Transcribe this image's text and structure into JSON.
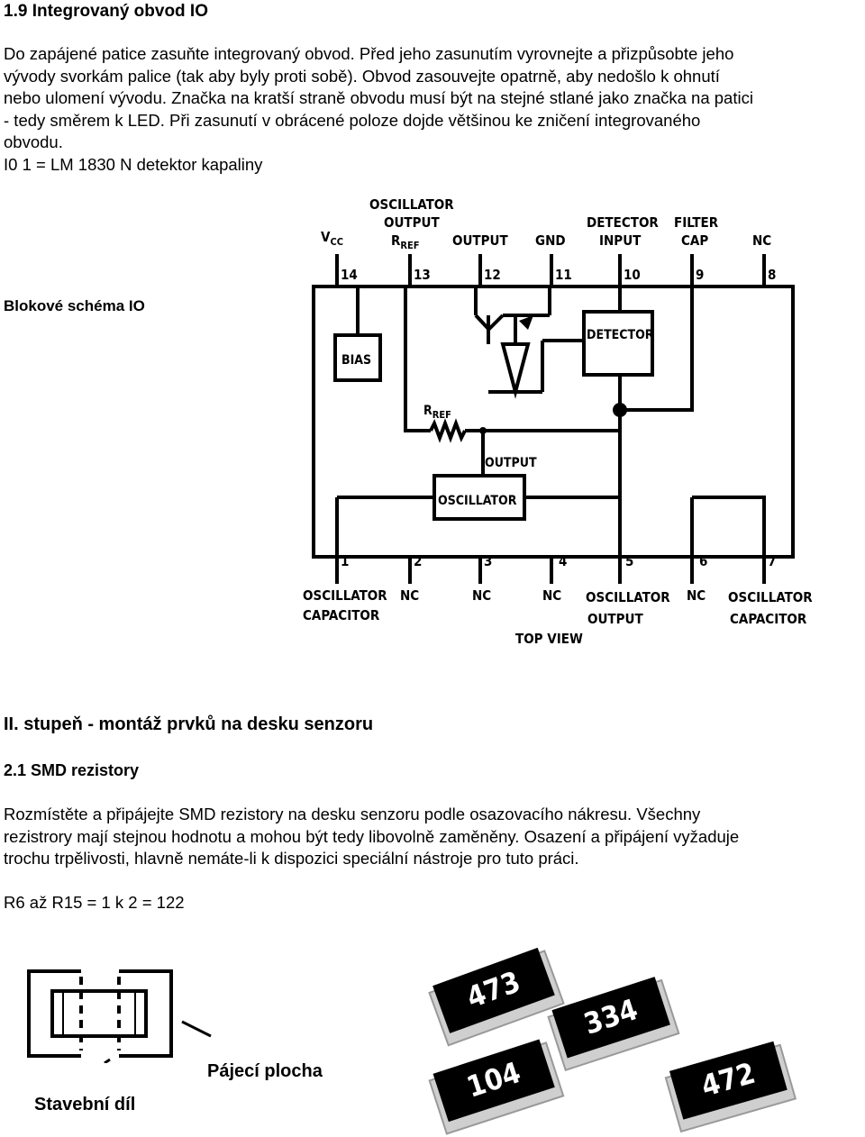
{
  "section1": {
    "heading": "1.9 Integrovaný obvod IO",
    "paragraph_lines": [
      "Do zapájené patice zasuňte integrovaný obvod. Před jeho zasunutím vyrovnejte a přizpůsobte jeho",
      "vývody svorkám palice (tak aby byly proti sobě). Obvod zasouvejte opatrně, aby nedošlo k ohnutí",
      "nebo ulomení vývodu. Značka na kratší straně obvodu musí být na stejné stlané jako značka na patici",
      "- tedy směrem k LED. Při zasunutí v obrácené poloze dojde většinou ke zničení integrovaného",
      "obvodu."
    ],
    "ic_line": "I0 1 = LM 1830 N detektor kapaliny",
    "block_label": "Blokové schéma IO"
  },
  "diagram": {
    "top_pins": [
      {
        "num": "14",
        "label": [
          "V",
          "CC"
        ]
      },
      {
        "num": "13",
        "label": [
          "OSCILLATOR",
          "OUTPUT",
          "R",
          "REF"
        ]
      },
      {
        "num": "12",
        "label": [
          "OUTPUT"
        ]
      },
      {
        "num": "11",
        "label": [
          "GND"
        ]
      },
      {
        "num": "10",
        "label": [
          "DETECTOR",
          "INPUT"
        ]
      },
      {
        "num": "9",
        "label": [
          "FILTER",
          "CAP"
        ]
      },
      {
        "num": "8",
        "label": [
          "NC"
        ]
      }
    ],
    "bottom_pins": [
      {
        "num": "1",
        "label": [
          "OSCILLATOR",
          "CAPACITOR"
        ]
      },
      {
        "num": "2",
        "label": [
          "NC"
        ]
      },
      {
        "num": "3",
        "label": [
          "NC"
        ]
      },
      {
        "num": "4",
        "label": [
          "NC"
        ]
      },
      {
        "num": "5",
        "label": [
          "OSCILLATOR",
          "OUTPUT"
        ]
      },
      {
        "num": "6",
        "label": [
          "NC"
        ]
      },
      {
        "num": "7",
        "label": [
          "OSCILLATOR",
          "CAPACITOR"
        ]
      }
    ],
    "blocks": {
      "bias": "BIAS",
      "detector": "DETECTOR",
      "oscillator": "OSCILLATOR",
      "osc_output": "OUTPUT",
      "rref": [
        "R",
        "REF"
      ]
    },
    "top_view": "TOP VIEW"
  },
  "section2": {
    "heading": "II. stupeň - montáž prvků na desku senzoru",
    "subheading": "2.1 SMD rezistory",
    "paragraph_lines": [
      "Rozmístěte a připájejte SMD rezistory na desku senzoru podle osazovacího nákresu. Všechny",
      "rezistrory mají stejnou hodnotu a mohou být tedy libovolně zaměněny. Osazení a připájení vyžaduje",
      "trochu trpělivosti, hlavně nemáte-li k dispozici speciální nástroje pro tuto práci."
    ],
    "resistor_line": "R6 až R15 = 1 k 2 = 122"
  },
  "smd_figure": {
    "solder_pad_label": "Pájecí plocha",
    "component_label": "Stavební díl",
    "resistor_codes": [
      "473",
      "334",
      "104",
      "472"
    ]
  }
}
